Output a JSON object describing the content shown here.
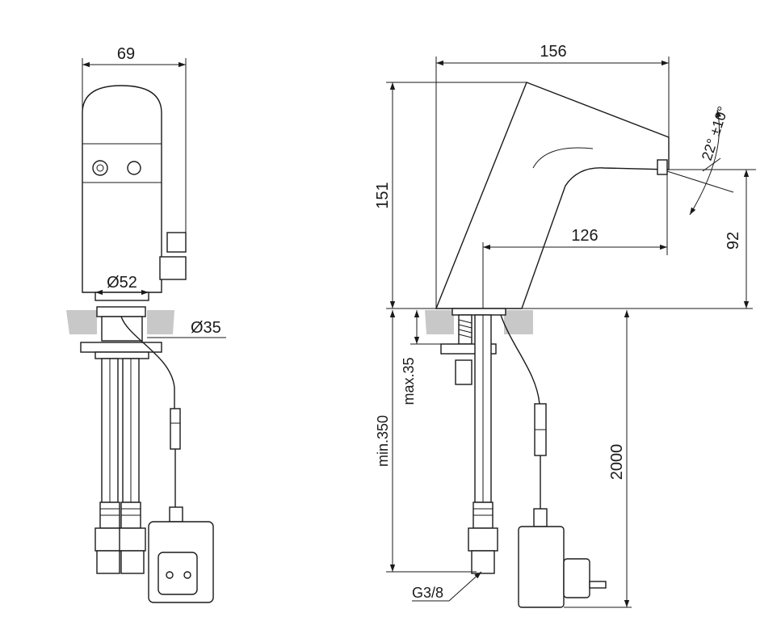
{
  "dimensions": {
    "front_width": "69",
    "front_base_dia": "Ø52",
    "front_hole_dia": "Ø35",
    "side_length": "156",
    "side_height": "151",
    "side_reach": "126",
    "side_outlet_height": "92",
    "angle": "22° ±10°",
    "max_thickness": "max.35",
    "min_hose": "min.350",
    "cable_length": "2000",
    "thread": "G3/8"
  },
  "colors": {
    "line": "#1a1a1a",
    "countertop": "#c8c8c8",
    "background": "#ffffff"
  }
}
